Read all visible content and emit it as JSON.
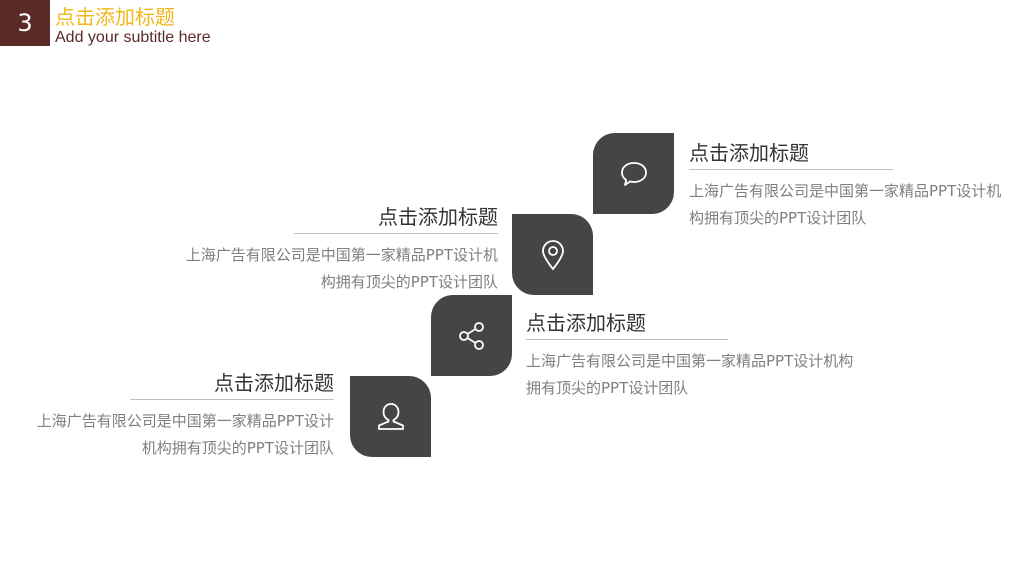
{
  "header": {
    "slide_number": "3",
    "title": "点击添加标题",
    "subtitle": "Add your subtitle here"
  },
  "colors": {
    "header_box": "#5a2a27",
    "title": "#f2b71a",
    "tile": "#464545"
  },
  "items": [
    {
      "icon": "chat-bubble-icon",
      "title": "点击添加标题",
      "text": "上海广告有限公司是中国第一家精品PPT设计机构拥有顶尖的PPT设计团队"
    },
    {
      "icon": "location-pin-icon",
      "title": "点击添加标题",
      "text": "上海广告有限公司是中国第一家精品PPT设计机构拥有顶尖的PPT设计团队"
    },
    {
      "icon": "share-icon",
      "title": "点击添加标题",
      "text": "上海广告有限公司是中国第一家精品PPT设计机构拥有顶尖的PPT设计团队"
    },
    {
      "icon": "user-icon",
      "title": "点击添加标题",
      "text": "上海广告有限公司是中国第一家精品PPT设计机构拥有顶尖的PPT设计团队"
    }
  ]
}
